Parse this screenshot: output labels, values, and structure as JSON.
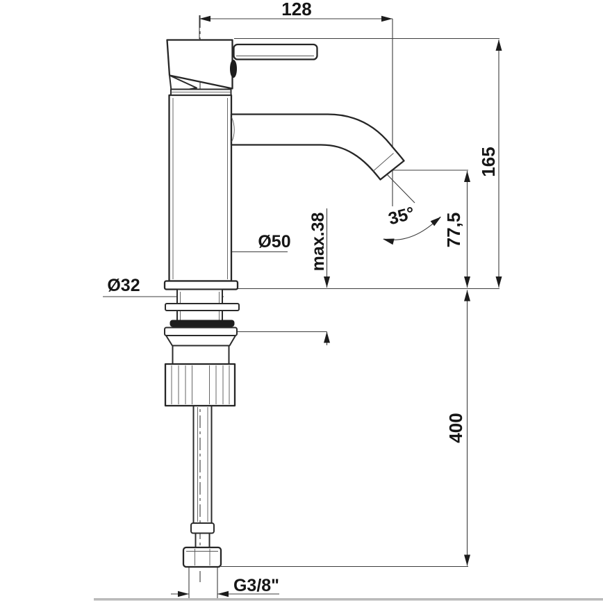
{
  "drawing": {
    "dimensions": {
      "spout_reach": "128",
      "total_height": "165",
      "outlet_height": "77,5",
      "swivel_angle": "35°",
      "body_diameter": "Ø50",
      "shank_diameter": "Ø32",
      "max_mounting_thickness": "max.38",
      "hose_length": "400",
      "thread": "G3/8\""
    },
    "colors": {
      "object_line": "#2b2b2b",
      "dimension_line": "#3d3d3d",
      "label_text": "#161616",
      "background": "#ffffff",
      "footer_bar": "#bababa"
    }
  }
}
